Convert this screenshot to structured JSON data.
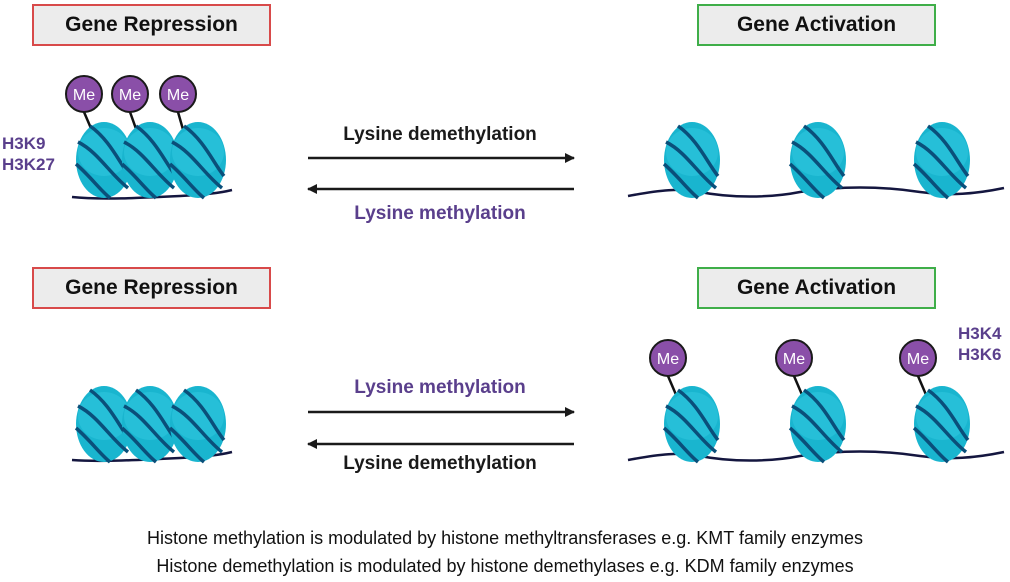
{
  "top_row": {
    "left_label": "Gene Repression",
    "right_label": "Gene Activation",
    "histone_marks": [
      "H3K9",
      "H3K27"
    ],
    "forward_arrow_label": "Lysine demethylation",
    "reverse_arrow_label": "Lysine methylation",
    "methyl_tag": "Me"
  },
  "bottom_row": {
    "left_label": "Gene Repression",
    "right_label": "Gene Activation",
    "histone_marks": [
      "H3K4",
      "H3K6"
    ],
    "forward_arrow_label": "Lysine methylation",
    "reverse_arrow_label": "Lysine demethylation",
    "methyl_tag": "Me"
  },
  "caption": {
    "line1": "Histone methylation is modulated by histone methyltransferases e.g. KMT family enzymes",
    "line2": "Histone demethylation is modulated by histone demethylases e.g. KDM family enzymes"
  },
  "colors": {
    "repression_border": "#d84a4a",
    "activation_border": "#3fae49",
    "nucleosome": "#19b5cf",
    "methyl": "#8a4fa8",
    "purple_text": "#5a3f8c"
  }
}
